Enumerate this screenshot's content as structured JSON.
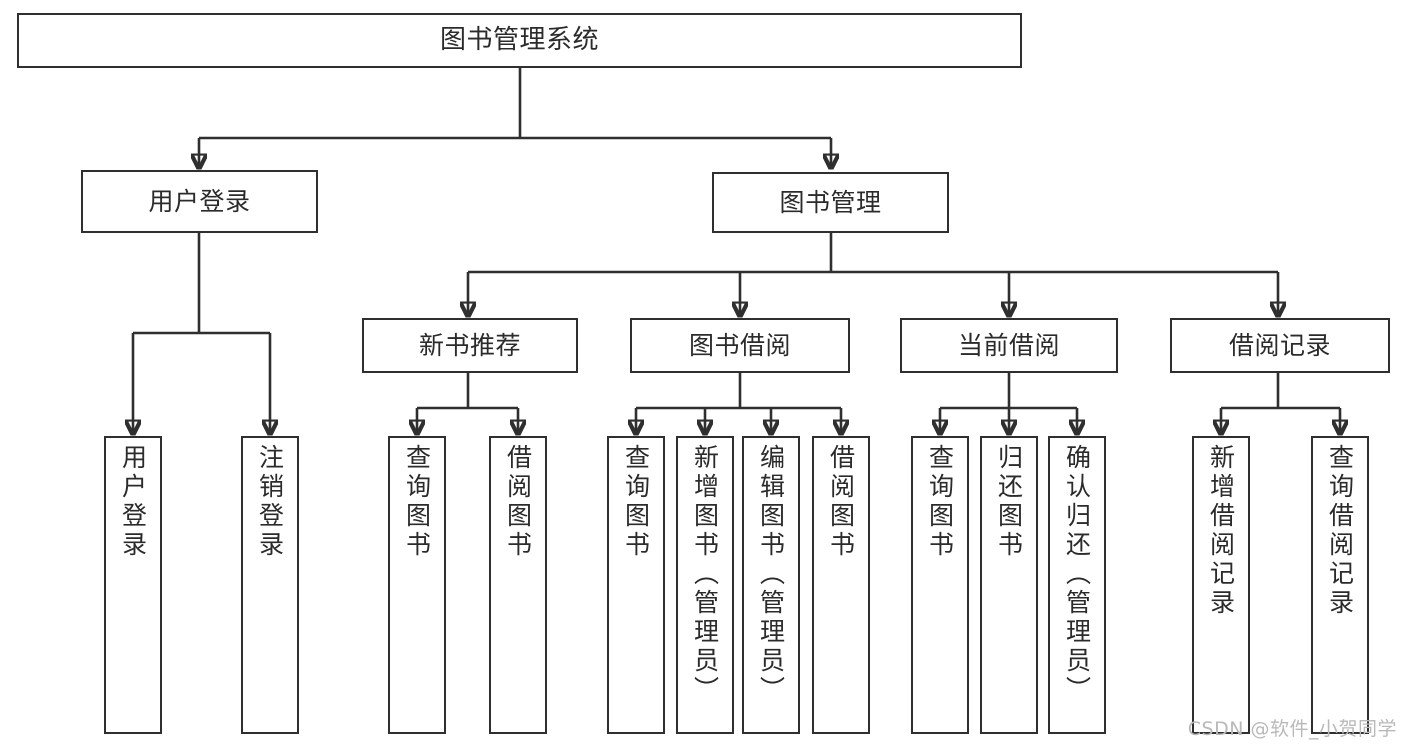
{
  "diagram": {
    "type": "tree-hierarchy",
    "title": "图书管理系统",
    "orientation": "top-down",
    "colors": {
      "stroke": "#2f2f2f",
      "fill": "#ffffff",
      "text": "#2b2b2b",
      "watermark": "#b9b9b9"
    }
  },
  "root": {
    "label": "图书管理系统"
  },
  "level2": [
    {
      "label": "用户登录"
    },
    {
      "label": "图书管理"
    }
  ],
  "level3": [
    {
      "label": "新书推荐"
    },
    {
      "label": "图书借阅"
    },
    {
      "label": "当前借阅"
    },
    {
      "label": "借阅记录"
    }
  ],
  "leaves": {
    "user_login": [
      {
        "label": "用户登录"
      },
      {
        "label": "注销登录"
      }
    ],
    "new_book": [
      {
        "label": "查询图书"
      },
      {
        "label": "借阅图书"
      }
    ],
    "book_borrow": [
      {
        "label": "查询图书"
      },
      {
        "label": "新增图书（管理员）"
      },
      {
        "label": "编辑图书（管理员）"
      },
      {
        "label": "借阅图书"
      }
    ],
    "current_borrow": [
      {
        "label": "查询图书"
      },
      {
        "label": "归还图书"
      },
      {
        "label": "确认归还（管理员）"
      }
    ],
    "borrow_record": [
      {
        "label": "新增借阅记录"
      },
      {
        "label": "查询借阅记录"
      }
    ]
  },
  "watermark": {
    "text": "CSDN @软件_小贺同学"
  }
}
